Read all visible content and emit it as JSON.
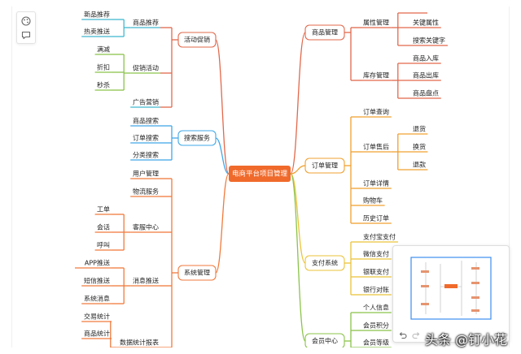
{
  "root": {
    "label": "电商平台项目管理"
  },
  "left": [
    {
      "label": "活动促销",
      "color": "#e2684b",
      "children": [
        {
          "label": "商品推荐",
          "color": "#41b8cf",
          "children": [
            {
              "label": "新品推荐"
            },
            {
              "label": "热卖推送"
            }
          ]
        },
        {
          "label": "促销活动",
          "color": "#8bc34a",
          "children": [
            {
              "label": "满减"
            },
            {
              "label": "折扣"
            },
            {
              "label": "秒杀"
            }
          ]
        },
        {
          "label": "广告营销",
          "color": "#41b8cf",
          "children": []
        }
      ]
    },
    {
      "label": "搜索服务",
      "color": "#41a8e8",
      "children": [
        {
          "label": "商品搜索",
          "color": "#41a8e8",
          "children": []
        },
        {
          "label": "订单搜索",
          "color": "#41a8e8",
          "children": []
        },
        {
          "label": "分类搜索",
          "color": "#41a8e8",
          "children": []
        }
      ]
    },
    {
      "label": "系统管理",
      "color": "#f07a3c",
      "children": [
        {
          "label": "用户管理",
          "color": "#f07a3c",
          "children": []
        },
        {
          "label": "物流服务",
          "color": "#f07a3c",
          "children": []
        },
        {
          "label": "客服中心",
          "color": "#f07a3c",
          "children": [
            {
              "label": "工单"
            },
            {
              "label": "会话"
            },
            {
              "label": "呼叫"
            }
          ]
        },
        {
          "label": "消息推送",
          "color": "#f07a3c",
          "children": [
            {
              "label": "APP推送"
            },
            {
              "label": "短信推送"
            },
            {
              "label": "系统消息"
            }
          ]
        },
        {
          "label": "数据统计报表",
          "color": "#f07a3c",
          "children": [
            {
              "label": "交易统计"
            },
            {
              "label": "商品统计"
            },
            {
              "label": ""
            }
          ]
        }
      ]
    }
  ],
  "right": [
    {
      "label": "商品管理",
      "color": "#e2684b",
      "children": [
        {
          "label": "属性管理",
          "color": "#e2684b",
          "children": [
            {
              "label": ""
            },
            {
              "label": "关键属性"
            },
            {
              "label": "搜索关键字"
            }
          ]
        },
        {
          "label": "库存管理",
          "color": "#e2684b",
          "children": [
            {
              "label": "商品入库"
            },
            {
              "label": "商品出库"
            },
            {
              "label": "商品盘点"
            }
          ]
        }
      ]
    },
    {
      "label": "订单管理",
      "color": "#f0a030",
      "children": [
        {
          "label": "订单查询",
          "color": "#f0a030",
          "children": []
        },
        {
          "label": "订单售后",
          "color": "#f0a030",
          "children": [
            {
              "label": "退货"
            },
            {
              "label": "换货"
            },
            {
              "label": "退款"
            }
          ]
        },
        {
          "label": "订单详情",
          "color": "#f0a030",
          "children": []
        },
        {
          "label": "购物车",
          "color": "#f0a030",
          "children": []
        },
        {
          "label": "历史订单",
          "color": "#f0a030",
          "children": []
        }
      ]
    },
    {
      "label": "支付系统",
      "color": "#ebc33a",
      "children": [
        {
          "label": "支付宝支付",
          "color": "#ebc33a",
          "children": []
        },
        {
          "label": "微信支付",
          "color": "#ebc33a",
          "children": []
        },
        {
          "label": "银联支付",
          "color": "#ebc33a",
          "children": []
        },
        {
          "label": "银行对账",
          "color": "#ebc33a",
          "children": []
        }
      ]
    },
    {
      "label": "会员中心",
      "color": "#8bc34a",
      "children": [
        {
          "label": "个人信息",
          "color": "#8bc34a",
          "children": []
        },
        {
          "label": "会员积分",
          "color": "#8bc34a",
          "children": []
        },
        {
          "label": "会员等级",
          "color": "#8bc34a",
          "children": []
        }
      ]
    }
  ],
  "toolbar": {
    "icons": [
      "palette-icon",
      "comment-icon"
    ]
  },
  "minimap": {
    "icons": [
      "undo-icon",
      "redo-icon"
    ]
  },
  "watermark": {
    "text": "头条 @钉小花"
  }
}
